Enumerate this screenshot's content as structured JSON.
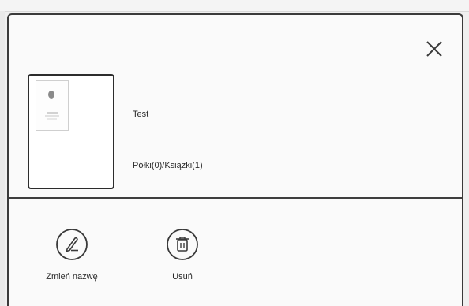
{
  "dialog": {
    "close_icon": "close-icon",
    "book": {
      "title": "Test",
      "location": "Półki(0)/Książki(1)"
    },
    "actions": [
      {
        "label": "Zmień nazwę",
        "icon": "pencil-icon"
      },
      {
        "label": "Usuń",
        "icon": "trash-icon"
      }
    ]
  },
  "colors": {
    "border": "#3a3a3a",
    "background": "#fafafa",
    "text": "#2a2a2a"
  }
}
